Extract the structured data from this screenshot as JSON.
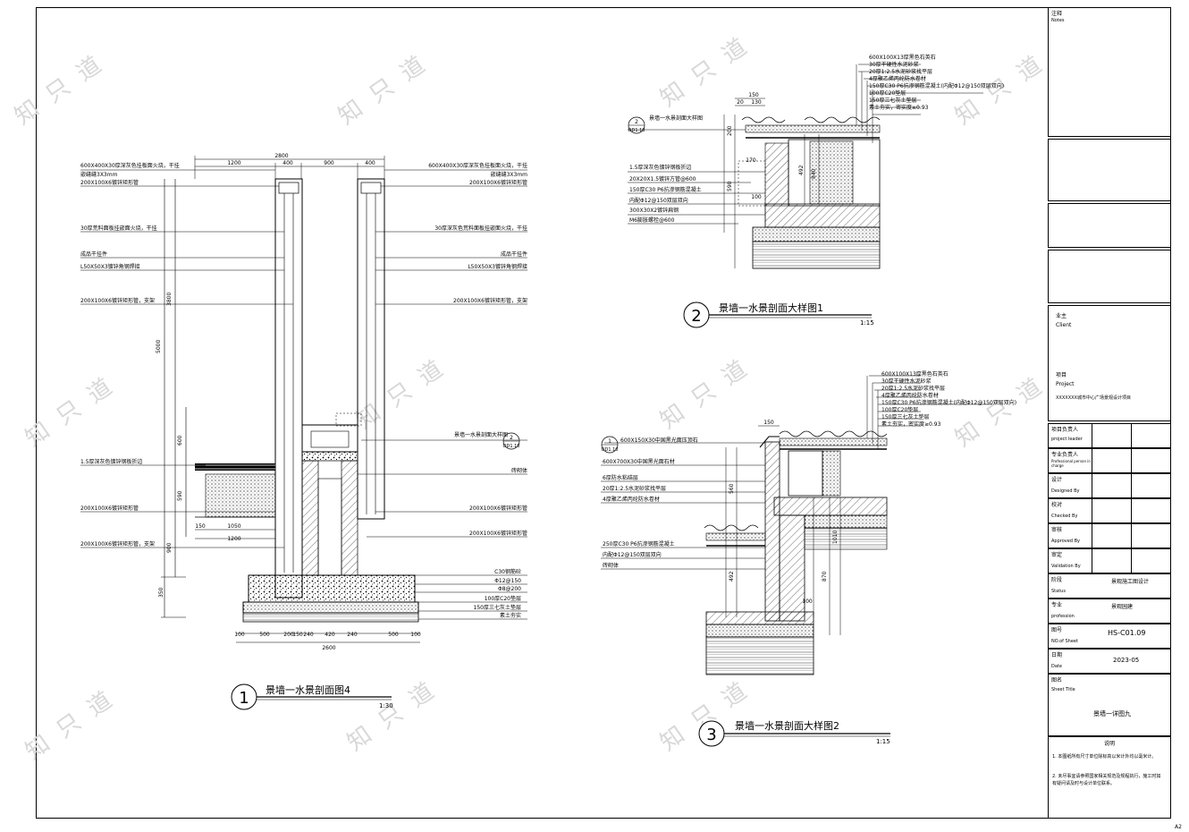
{
  "watermark": "知 只 道",
  "sheet_size": "A2",
  "view1": {
    "number": "1",
    "title": "景墙一水景剖面图4",
    "scale": "1:30",
    "dims_top": {
      "overall": "2800",
      "a": "1200",
      "b": "400",
      "c": "900",
      "d": "400"
    },
    "dims_left": {
      "h1": "3800",
      "h2": "5000",
      "h3": "600",
      "h4": "590",
      "h5": "900",
      "h6": "350"
    },
    "dims_bottom": {
      "a": "1050",
      "b": "1200",
      "c": "150",
      "overall": "2600",
      "segments": [
        "100",
        "500",
        "200",
        "150",
        "240",
        "420",
        "240",
        "500",
        "100"
      ]
    },
    "labels_left": [
      "600X400X30厚深灰色挂板面火烧，干挂",
      "嵌缝缝3X3mm",
      "200X100X6镀锌矩形管",
      "30厚荒料面板挂嵌面火烧，干挂",
      "成品干挂件",
      "L50X50X3镀锌角钢焊接",
      "200X100X6镀锌矩形管，支架",
      "1.5厚深灰色镀锌钢板折边",
      "200X100X6镀锌矩形管",
      "200X100X6镀锌矩形管，支架"
    ],
    "labels_right": [
      "600X400X30厚深灰色挂板面火烧，干挂",
      "嵌缝缝3X3mm",
      "200X100X6镀锌矩形管",
      "30厚深灰色荒料面板挂嵌面火烧，干挂",
      "成品干挂件",
      "L50X50X3镀锌角钢焊接",
      "200X100X6镀锌矩形管，支架",
      "景墙一水景剖面大样图",
      "砖砌体",
      "200X100X6镀锌矩形管",
      "200X100X6镀锌矩形管",
      "C30钢筋砼",
      "Φ12@150",
      "Φ8@200",
      "100厚C20垫层",
      "150厚三七灰土垫层",
      "素土夯实"
    ],
    "callout": {
      "num": "2",
      "ref": "OD1.10"
    }
  },
  "view2": {
    "number": "2",
    "title": "景墙一水景剖面大样图1",
    "scale": "1:15",
    "callout": {
      "num": "2",
      "ref": "OD1.10"
    },
    "callout_label": "景墙一水景剖面大样图",
    "labels_top": [
      "600X100X13厚黑色石英石",
      "30厚干硬性水泥砂浆",
      "20厚1:2.5水泥砂浆找平层",
      "4厚聚乙烯丙纶防水卷材",
      "150厚C30 P6抗渗钢筋混凝土(内配Φ12@150双层双向)",
      "100厚C20垫层",
      "150厚三七灰土垫层",
      "素土夯实，密实度≥0.93"
    ],
    "labels_left": [
      "1.5厚深灰色镀锌钢板折边",
      "20X20X1.5镀锌方管@600",
      "150厚C30 P6抗渗钢筋混凝土",
      "内配Φ12@150双层双向",
      "300X30X2镀锌扁钢",
      "M6膨胀螺栓@600"
    ],
    "dims": {
      "a": "150",
      "b": "20",
      "c": "130",
      "d": "200",
      "e": "170",
      "f": "590",
      "g": "100",
      "h": "492",
      "i": "840"
    }
  },
  "view3": {
    "number": "3",
    "title": "景墙一水景剖面大样图2",
    "scale": "1:15",
    "callout": {
      "num": "1",
      "ref": "OD1.10"
    },
    "labels_top": [
      "600X100X13厚黑色石英石",
      "30厚干硬性水泥砂浆",
      "20厚1:2.5水泥砂浆找平层",
      "4厚聚乙烯丙纶防水卷材",
      "150厚C30 P6抗渗钢筋混凝土(内配Φ12@150双层双向)",
      "100厚C20垫层",
      "150厚三七灰土垫层",
      "素土夯实，密实度≥0.93"
    ],
    "labels_left": [
      "600X150X30中国黑光面压顶石",
      "600X700X30中国黑光面石材",
      "6厚防水粘结层",
      "20厚1:2.5水泥砂浆找平层",
      "4厚聚乙烯丙纶防水卷材",
      "250厚C30 P6抗渗钢筋混凝土",
      "内配Φ12@150双层双向",
      "砖砌体"
    ],
    "dims": {
      "a": "150",
      "b": "560",
      "c": "1010",
      "d": "492",
      "e": "870",
      "f": "100"
    }
  },
  "title_block": {
    "notes_label": "注释",
    "notes_label_en": "Notes",
    "client_label": "业主",
    "client_label_en": "Client",
    "project_label": "项目",
    "project_label_en": "Project",
    "project_value": "XXXXXXX城市中心广场景观设计项目",
    "rows": [
      {
        "label": "项目负责人",
        "label_en": "project leader",
        "value": ""
      },
      {
        "label": "专业负责人",
        "label_en": "Professional person in charge",
        "value": ""
      },
      {
        "label": "设计",
        "label_en": "Designed By",
        "value": ""
      },
      {
        "label": "校对",
        "label_en": "Checked By",
        "value": ""
      },
      {
        "label": "审核",
        "label_en": "Approved By",
        "value": ""
      },
      {
        "label": "审定",
        "label_en": "Validation By",
        "value": ""
      }
    ],
    "status_label": "阶段",
    "status_label_en": "Status",
    "status_value": "景观施工图设计",
    "profession_label": "专业",
    "profession_label_en": "profession",
    "profession_value": "景观园建",
    "no_label": "图号",
    "no_label_en": "NO.of Sheet",
    "no_value": "HS-C01.09",
    "date_label": "日期",
    "date_label_en": "Date",
    "date_value": "2023-05",
    "sheet_title_label": "图名",
    "sheet_title_label_en": "Sheet Title",
    "sheet_title_value": "景墙一详图九",
    "remarks_label": "说明",
    "remarks": [
      "1. 本图纸所有尺寸单位除标高以米计外均以毫米计。",
      "2. 未尽事宜请参照国家相关规范及规程执行，施工时如有疑问请及时与设计单位联系。"
    ]
  }
}
